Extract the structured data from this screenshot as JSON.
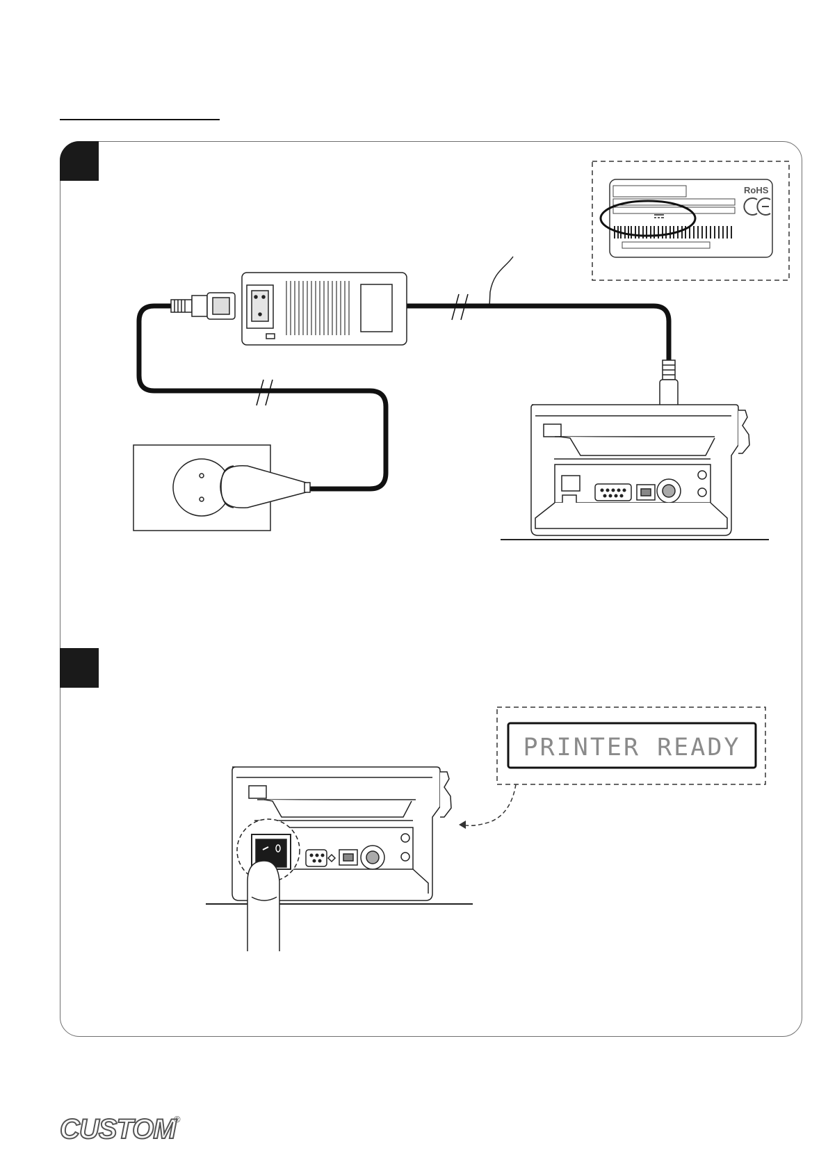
{
  "display": {
    "message": "PRINTER READY"
  },
  "label": {
    "rohs_mark": "RoHS",
    "ce_mark": "CE"
  },
  "footer": {
    "brand": "CUSTOM",
    "registered": "®"
  }
}
